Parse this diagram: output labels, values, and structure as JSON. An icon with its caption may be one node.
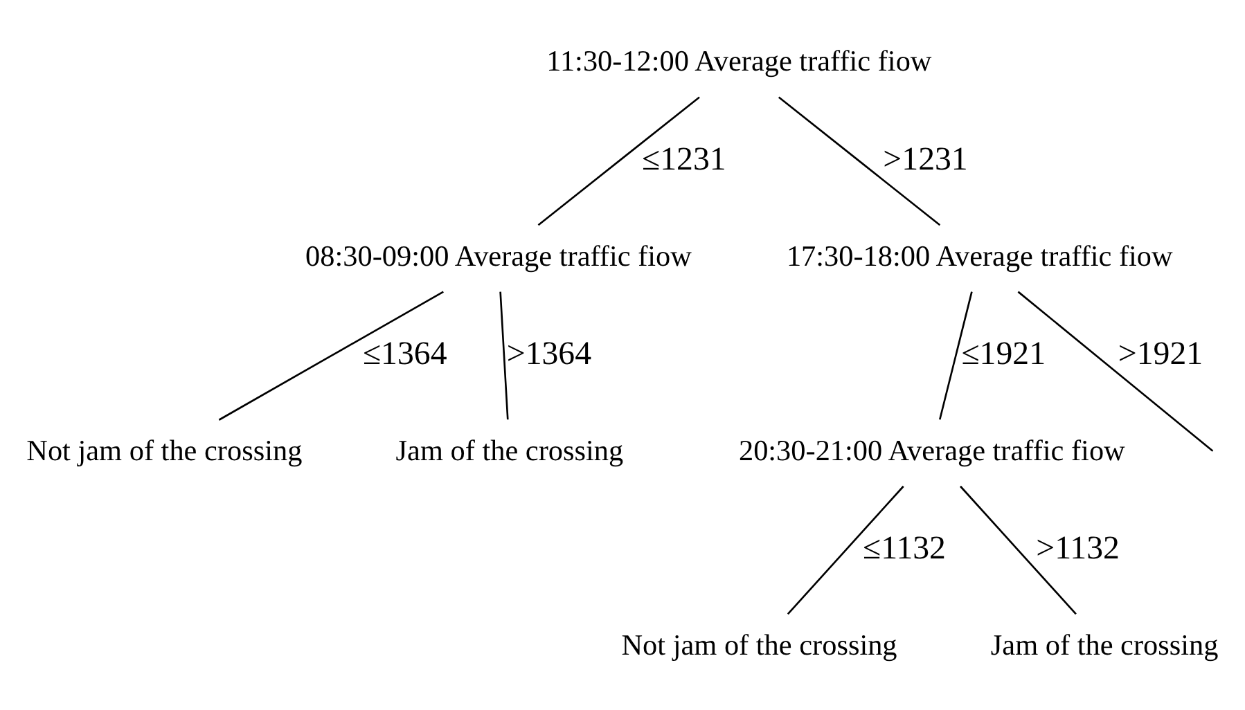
{
  "diagram": {
    "nodes": [
      {
        "text": [
          "11:30-12:00 Average traffic fiow"
        ]
      },
      {
        "text": [
          "08:30-09:00 Average traffic fiow"
        ]
      },
      {
        "text": [
          "17:30-18:00 Average traffic fiow"
        ]
      },
      {
        "text": [
          "Not jam of the crossing"
        ]
      },
      {
        "text": [
          "Jam of the crossing"
        ]
      },
      {
        "text": [
          "20:30-21:00 Average traffic fiow"
        ]
      },
      {
        "text": [
          "Not jam of the crossing"
        ]
      },
      {
        "text": [
          "Jam of the crossing"
        ]
      }
    ],
    "edges": [
      {
        "from": 0,
        "to": 1,
        "arrow": "none",
        "label": "≤1231"
      },
      {
        "from": 0,
        "to": 2,
        "arrow": "none",
        "label": ">1231"
      },
      {
        "from": 1,
        "to": 3,
        "arrow": "none",
        "label": "≤1364"
      },
      {
        "from": 1,
        "to": 4,
        "arrow": "none",
        "label": ">1364"
      },
      {
        "from": 2,
        "to": 5,
        "arrow": "none",
        "label": "≤1921"
      },
      {
        "from": 2,
        "to": null,
        "arrow": "none",
        "label": ">1921"
      },
      {
        "from": 5,
        "to": 6,
        "arrow": "none",
        "label": "≤1132"
      },
      {
        "from": 5,
        "to": 7,
        "arrow": "none",
        "label": ">1132"
      }
    ]
  }
}
